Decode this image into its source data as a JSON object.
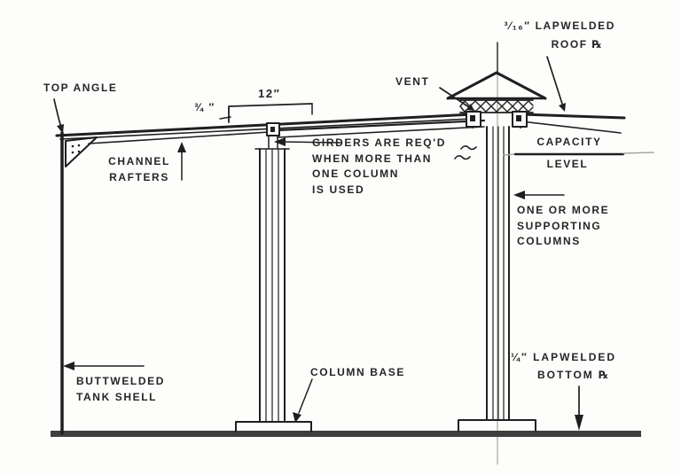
{
  "colors": {
    "ink": "#1f1f1f",
    "paper": "#fdfdfb",
    "floor": "#3f3f3f",
    "faint": "#a8a8a0",
    "text": "#262626"
  },
  "labels": {
    "top_angle": "TOP ANGLE",
    "dim_rafter_thickness": "¾ ″",
    "dim_girder_offset": "12″",
    "vent": "VENT",
    "roof_plate_line1": "³⁄₁₆″ LAPWELDED",
    "roof_plate_line2": "ROOF ℞",
    "channel_rafters": "CHANNEL\nRAFTERS",
    "girders_note": "GIRDERS ARE REQ'D\nWHEN MORE THAN\nONE COLUMN\nIS USED",
    "capacity": "CAPACITY",
    "level": "LEVEL",
    "supporting_columns": "ONE OR MORE\nSUPPORTING\nCOLUMNS",
    "tank_shell": "BUTTWELDED\nTANK SHELL",
    "column_base": "COLUMN BASE",
    "bottom_plate_line1": "¼″ LAPWELDED",
    "bottom_plate_line2": "BOTTOM ℞"
  }
}
